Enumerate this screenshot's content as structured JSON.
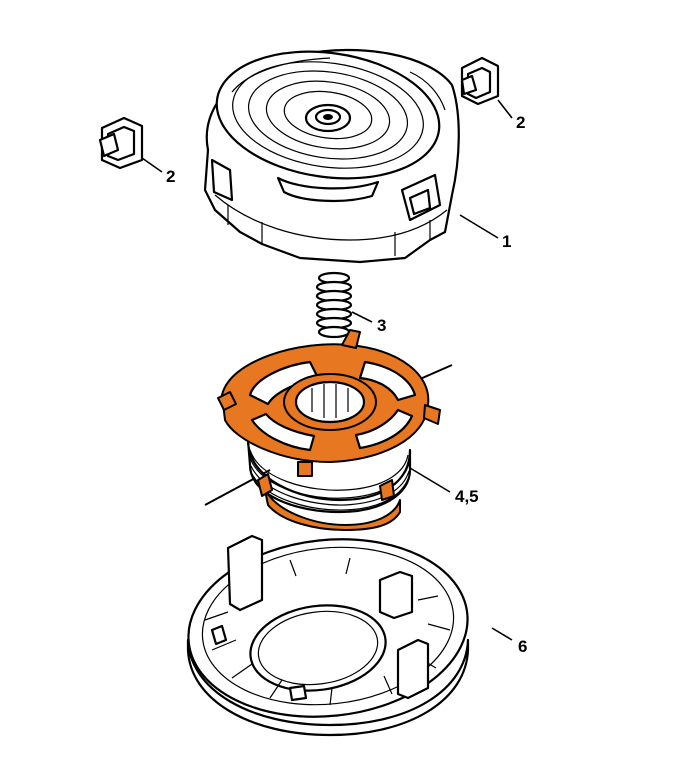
{
  "colors": {
    "ink": "#000000",
    "background": "#ffffff",
    "highlight": "#e87722"
  },
  "callouts": {
    "part_1": "1",
    "part_2_right": "2",
    "part_2_left": "2",
    "part_3": "3",
    "part_4_5": "4,5",
    "part_6": "6"
  }
}
